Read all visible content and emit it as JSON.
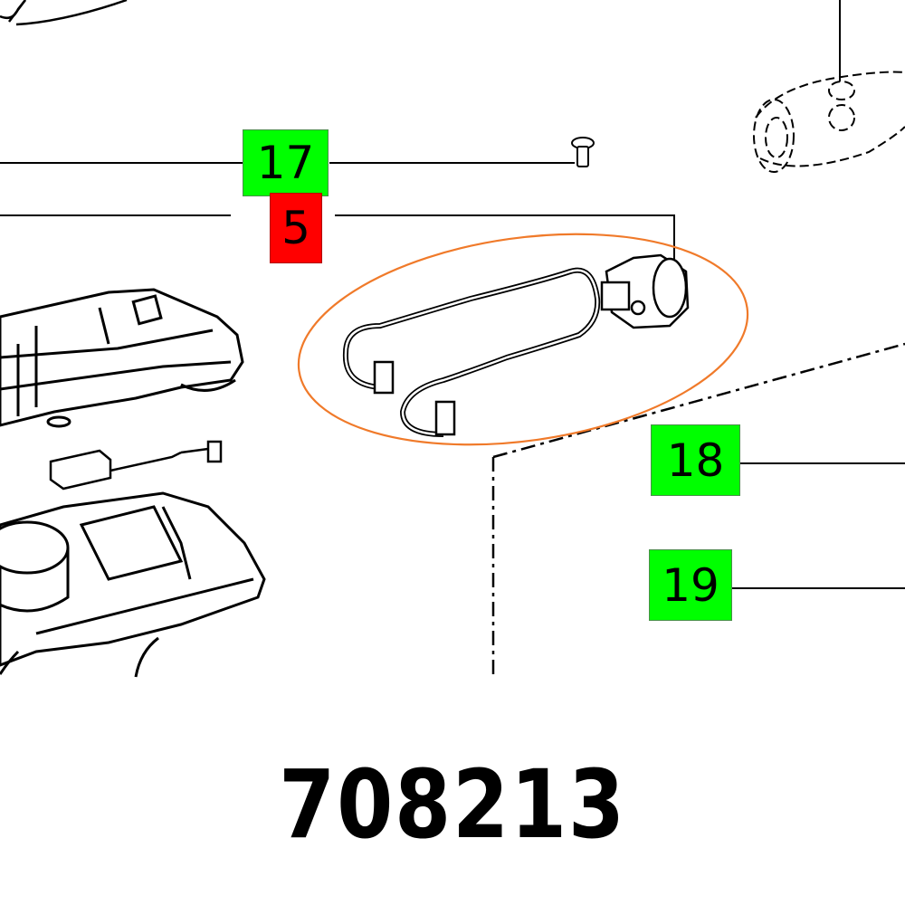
{
  "diagram": {
    "type": "exploded-parts-view",
    "part_number": "708213",
    "highlight_color": "#f07a2a",
    "callouts": [
      {
        "id": "17",
        "label": "17",
        "color": "#00ff00",
        "target": "screw"
      },
      {
        "id": "5",
        "label": "5",
        "color": "#ff0000",
        "target": "cable-harness-with-connector",
        "selected": true
      },
      {
        "id": "18",
        "label": "18",
        "color": "#00ff00",
        "target": "off-frame-right"
      },
      {
        "id": "19",
        "label": "19",
        "color": "#00ff00",
        "target": "off-frame-right"
      }
    ],
    "parts_visible": [
      "housing-upper",
      "micro-switch-with-cable",
      "housing-lower-with-motor",
      "screw",
      "cable-harness-with-connector",
      "handle-grip-dashed"
    ]
  }
}
